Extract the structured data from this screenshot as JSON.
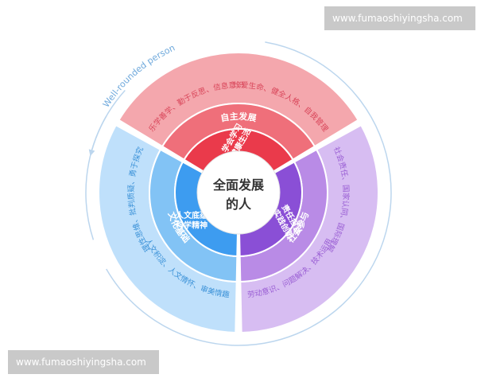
{
  "watermark_top": "www.fumaoshiyingsha.com",
  "watermark_bottom": "www.fumaoshiyingsha.com",
  "outer_label": "Well-rounded person",
  "center": {
    "line1": "全面发展",
    "line2": "的人"
  },
  "colors": {
    "red_outer": "#f4a7ad",
    "red_mid": "#ef6f7a",
    "red_inner": "#ea3a4b",
    "purple_outer": "#d7bdf2",
    "purple_mid": "#b98be6",
    "purple_inner": "#8a4fd6",
    "blue_outer": "#bfe0fb",
    "blue_mid": "#82c3f5",
    "blue_inner": "#3d9cf0",
    "red_text": "#d9465a",
    "purple_text": "#9a5fd4",
    "blue_text": "#3c92d8",
    "ring": "#bcd6ee"
  },
  "segments": [
    {
      "key": "autonomy",
      "core": [
        "学会学习",
        "健康生活"
      ],
      "domain": "自主发展",
      "outer": [
        "乐学善学、勤于反思、信息意识",
        "珍爱生命、健全人格、自我管理"
      ]
    },
    {
      "key": "participation",
      "core": [
        "责任担当",
        "实践创新"
      ],
      "domain": "社会参与",
      "outer": [
        "社会责任、国家认同、国际理解",
        "劳动意识、问题解决、技术运用"
      ]
    },
    {
      "key": "culture",
      "core": [
        "人文底蕴",
        "科学精神"
      ],
      "domain": "文化基础",
      "outer": [
        "人文积淀、人文情怀、审美情趣",
        "理性思维、批判质疑、勇于探究"
      ]
    }
  ]
}
